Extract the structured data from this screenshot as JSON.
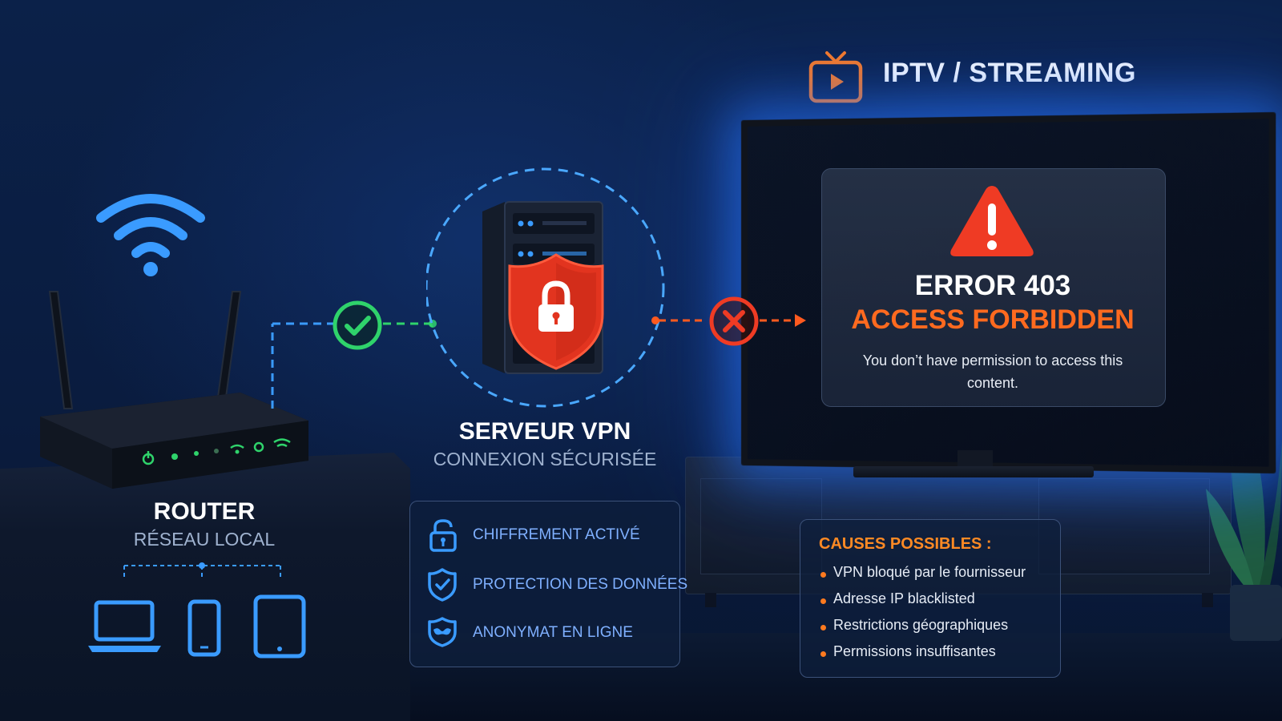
{
  "colors": {
    "accent_blue": "#3a9bff",
    "ok_green": "#2fd36b",
    "error_red": "#ef3b24",
    "warning_orange": "#ff7a1f"
  },
  "streaming": {
    "title": "IPTV / STREAMING",
    "icon": "tv-play-icon"
  },
  "router": {
    "title": "ROUTER",
    "subtitle": "RÉSEAU LOCAL",
    "icons": [
      "wifi-icon",
      "router-icon",
      "laptop-icon",
      "phone-icon",
      "tablet-icon"
    ]
  },
  "vpn": {
    "title": "SERVEUR VPN",
    "subtitle": "CONNEXION SÉCURISÉE",
    "features": [
      {
        "label": "CHIFFREMENT ACTIVÉ",
        "icon": "padlock-icon"
      },
      {
        "label": "PROTECTION DES DONNÉES",
        "icon": "shield-check-icon"
      },
      {
        "label": "ANONYMAT EN LIGNE",
        "icon": "mask-icon"
      }
    ]
  },
  "connections": {
    "router_to_vpn": "check-icon",
    "vpn_to_tv": "blocked-x-icon"
  },
  "error": {
    "title": "ERROR 403",
    "subtitle": "ACCESS FORBIDDEN",
    "message": "You don’t have permission to access this content.",
    "icon": "warning-triangle-icon"
  },
  "causes": {
    "title": "CAUSES POSSIBLES :",
    "items": [
      "VPN bloqué par le fournisseur",
      "Adresse IP blacklisted",
      "Restrictions géographiques",
      "Permissions insuffisantes"
    ]
  }
}
